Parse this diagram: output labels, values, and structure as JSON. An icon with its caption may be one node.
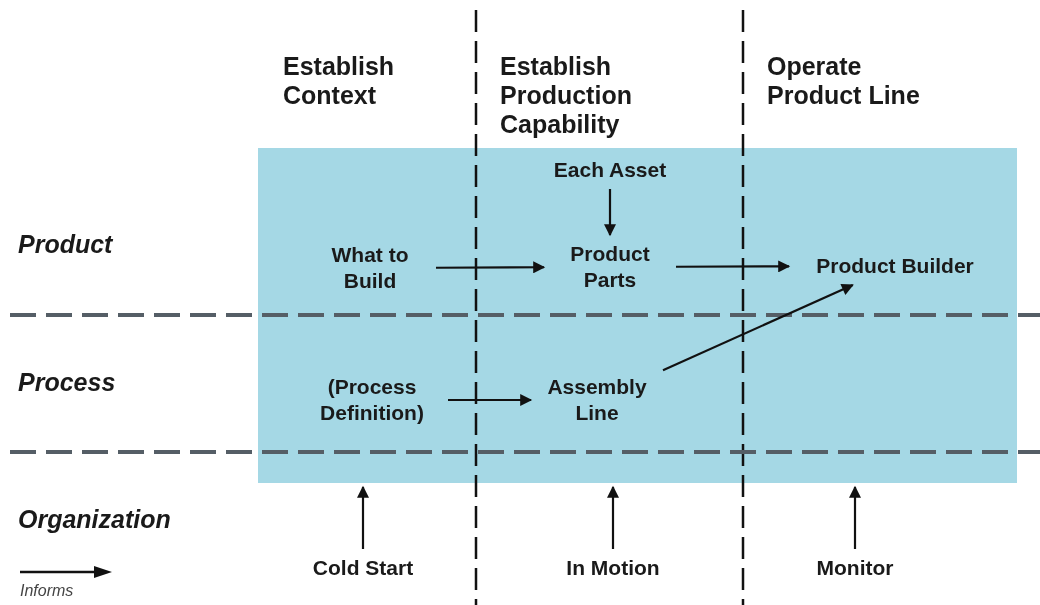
{
  "diagram": {
    "nodes": [
      {
        "text": [],
        "shape": "box"
      },
      {
        "text": [
          "What to Build"
        ],
        "in": 0
      },
      {
        "text": [
          "Each Asset"
        ],
        "in": 0
      },
      {
        "text": [
          "Product Parts"
        ],
        "in": 0
      },
      {
        "text": [
          "Product Builder"
        ],
        "in": 0
      },
      {
        "text": [
          "(Process Definition)"
        ],
        "in": 0
      },
      {
        "text": [
          "Assembly Line"
        ],
        "in": 0
      },
      {
        "text": [
          "Cold Start"
        ]
      },
      {
        "text": [
          "In Motion"
        ]
      },
      {
        "text": [
          "Monitor"
        ]
      }
    ],
    "edges": [
      {
        "from": 2,
        "to": 3,
        "arrow": "to"
      },
      {
        "from": 1,
        "to": 3,
        "arrow": "to"
      },
      {
        "from": 3,
        "to": 4,
        "arrow": "to"
      },
      {
        "from": 5,
        "to": 6,
        "arrow": "to"
      },
      {
        "from": 6,
        "to": 4,
        "arrow": "to"
      },
      {
        "from": 7,
        "to": 0,
        "arrow": "to"
      },
      {
        "from": 8,
        "to": 0,
        "arrow": "to"
      },
      {
        "from": 9,
        "to": 0,
        "arrow": "to"
      }
    ],
    "labels": [
      "Establish Context",
      "Establish Production Capability",
      "Operate Product Line",
      "Product",
      "Process",
      "Organization"
    ],
    "legend": [
      {
        "text": "Informs"
      }
    ]
  }
}
